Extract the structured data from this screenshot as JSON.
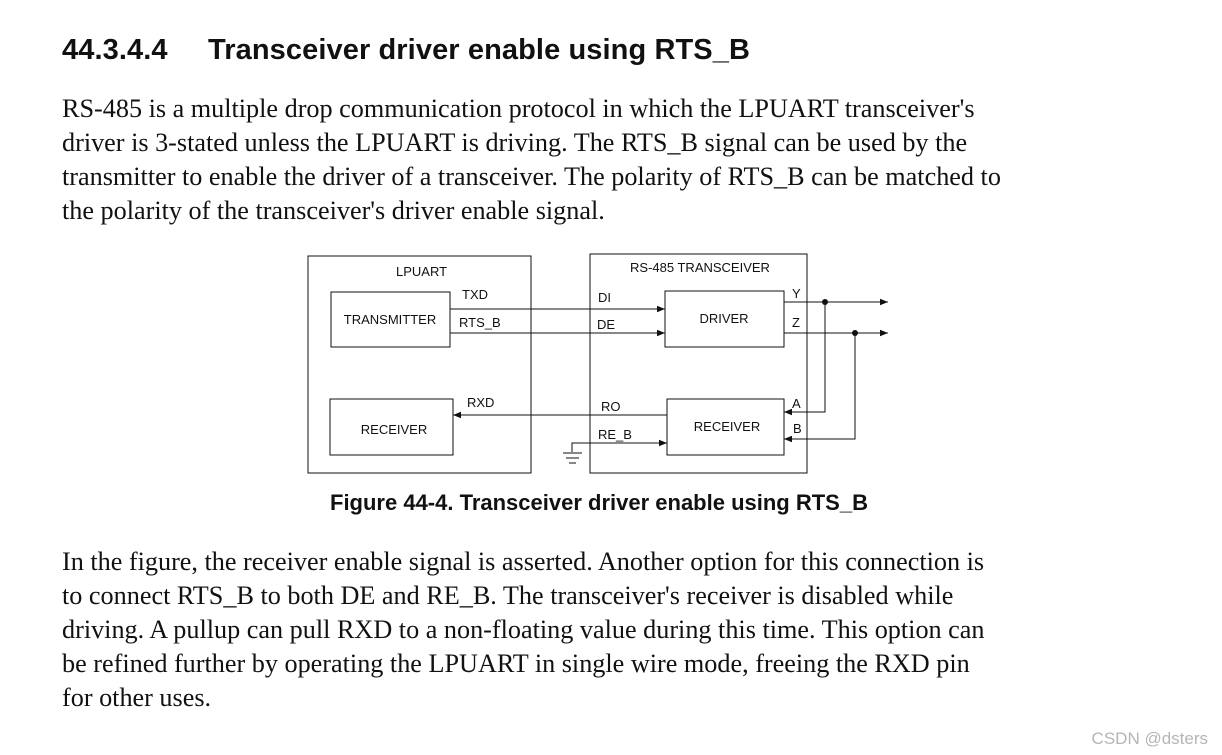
{
  "section": {
    "number": "44.3.4.4",
    "title": "Transceiver driver enable using RTS_B"
  },
  "intro_lines": [
    "RS-485 is a multiple drop communication protocol in which the LPUART transceiver's",
    "driver is 3-stated unless the LPUART is driving. The RTS_B signal can be used by the",
    "transmitter to enable the driver of a transceiver. The polarity of RTS_B can be matched to",
    "the polarity of the transceiver's driver enable signal."
  ],
  "figure": {
    "lpuart_title": "LPUART",
    "transceiver_title": "RS-485 TRANSCEIVER",
    "transmitter_label": "TRANSMITTER",
    "lpuart_receiver_label": "RECEIVER",
    "driver_label": "DRIVER",
    "xcvr_receiver_label": "RECEIVER",
    "signals": {
      "txd": "TXD",
      "rts_b": "RTS_B",
      "rxd": "RXD",
      "di": "DI",
      "de": "DE",
      "ro": "RO",
      "re_b": "RE_B",
      "y": "Y",
      "z": "Z",
      "a": "A",
      "b": "B"
    },
    "caption": "Figure 44-4. Transceiver driver enable using RTS_B"
  },
  "followup_lines": [
    "In the figure, the receiver enable signal is asserted. Another option for this connection is",
    "to connect RTS_B to both DE and RE_B. The transceiver's receiver is disabled while",
    "driving. A pullup can pull RXD to a non-floating value during this time. This option can",
    "be refined further by operating the LPUART in single wire mode, freeing the RXD pin",
    "for other uses."
  ],
  "watermark": "CSDN @dsters"
}
